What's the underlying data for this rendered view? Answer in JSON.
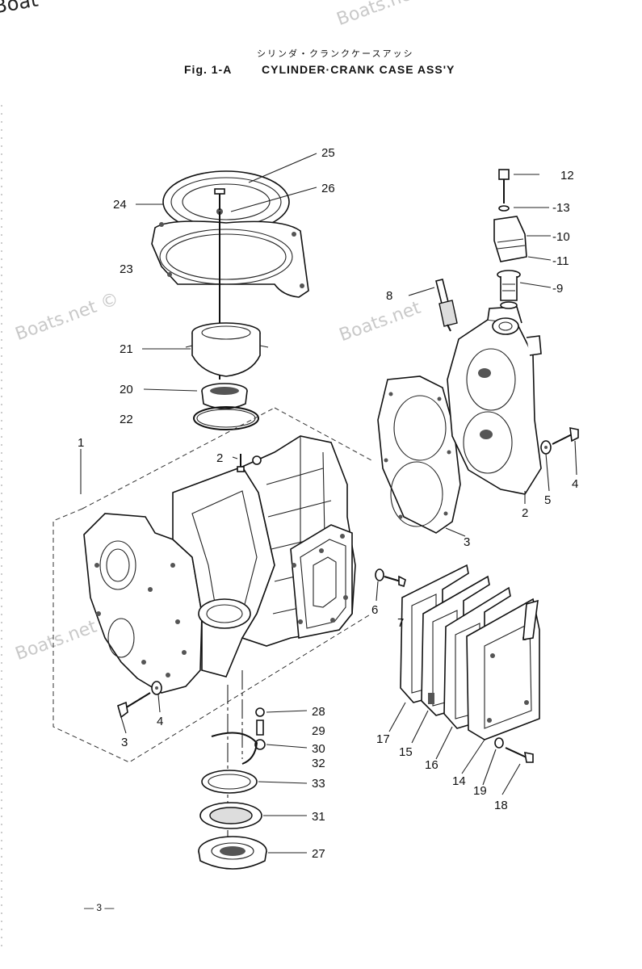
{
  "watermark": {
    "top_left": "Boat",
    "mark": "Boats.net ©",
    "mark_short": "Boats.net"
  },
  "header": {
    "japanese_title": "シリンダ・クランクケースアッシ",
    "figure_number": "Fig. 1-A",
    "title": "CYLINDER·CRANK CASE ASS'Y"
  },
  "callouts": [
    "25",
    "26",
    "24",
    "23",
    "21",
    "20",
    "22",
    "12",
    "-13",
    "-10",
    "-11",
    "-9",
    "8",
    "1",
    "2",
    "2",
    "5",
    "4",
    "3",
    "6",
    "7",
    "3",
    "4",
    "28",
    "29",
    "30",
    "32",
    "33",
    "31",
    "27",
    "17",
    "15",
    "16",
    "14",
    "19",
    "18"
  ],
  "footer": {
    "page": "— 3 —"
  }
}
